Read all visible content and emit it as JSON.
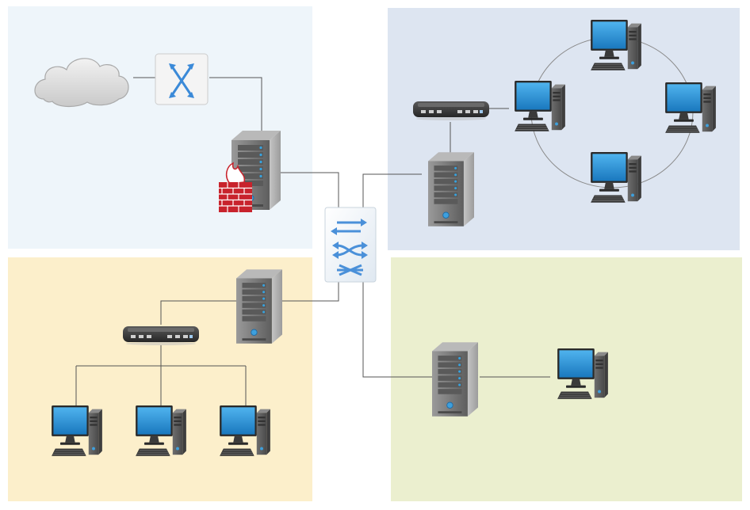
{
  "diagram": {
    "kind": "network-topology",
    "zones": [
      {
        "name": "internet-zone",
        "color": "#eef5fa"
      },
      {
        "name": "ring-lan-zone",
        "color": "#dde5f1"
      },
      {
        "name": "star-lan-zone",
        "color": "#fcefcb"
      },
      {
        "name": "single-workstation-zone",
        "color": "#ebefcf"
      }
    ],
    "colors": {
      "link": "#555555",
      "ring": "#8a8a8a",
      "monitor_screen": "#1f86c8",
      "server_body": "#7a7a7a",
      "hub_body": "#3a3a3a",
      "firewall_brick": "#c8232c",
      "switch_arrows": "#4a90d9"
    },
    "devices": [
      {
        "id": "cloud",
        "icon": "cloud-icon"
      },
      {
        "id": "router",
        "icon": "router-icon"
      },
      {
        "id": "firewall-server",
        "icon": "server-tower-icon"
      },
      {
        "id": "firewall",
        "icon": "firewall-icon"
      },
      {
        "id": "core-switch",
        "icon": "switch-icon"
      },
      {
        "id": "ring-hub",
        "icon": "hub-icon"
      },
      {
        "id": "ring-server",
        "icon": "server-tower-icon"
      },
      {
        "id": "ring-pc-top",
        "icon": "workstation-icon"
      },
      {
        "id": "ring-pc-left",
        "icon": "workstation-icon"
      },
      {
        "id": "ring-pc-right",
        "icon": "workstation-icon"
      },
      {
        "id": "ring-pc-bottom",
        "icon": "workstation-icon"
      },
      {
        "id": "star-server",
        "icon": "server-tower-icon"
      },
      {
        "id": "star-hub",
        "icon": "hub-icon"
      },
      {
        "id": "star-pc-1",
        "icon": "workstation-icon"
      },
      {
        "id": "star-pc-2",
        "icon": "workstation-icon"
      },
      {
        "id": "star-pc-3",
        "icon": "workstation-icon"
      },
      {
        "id": "single-server",
        "icon": "server-tower-icon"
      },
      {
        "id": "single-pc",
        "icon": "workstation-icon"
      }
    ]
  }
}
